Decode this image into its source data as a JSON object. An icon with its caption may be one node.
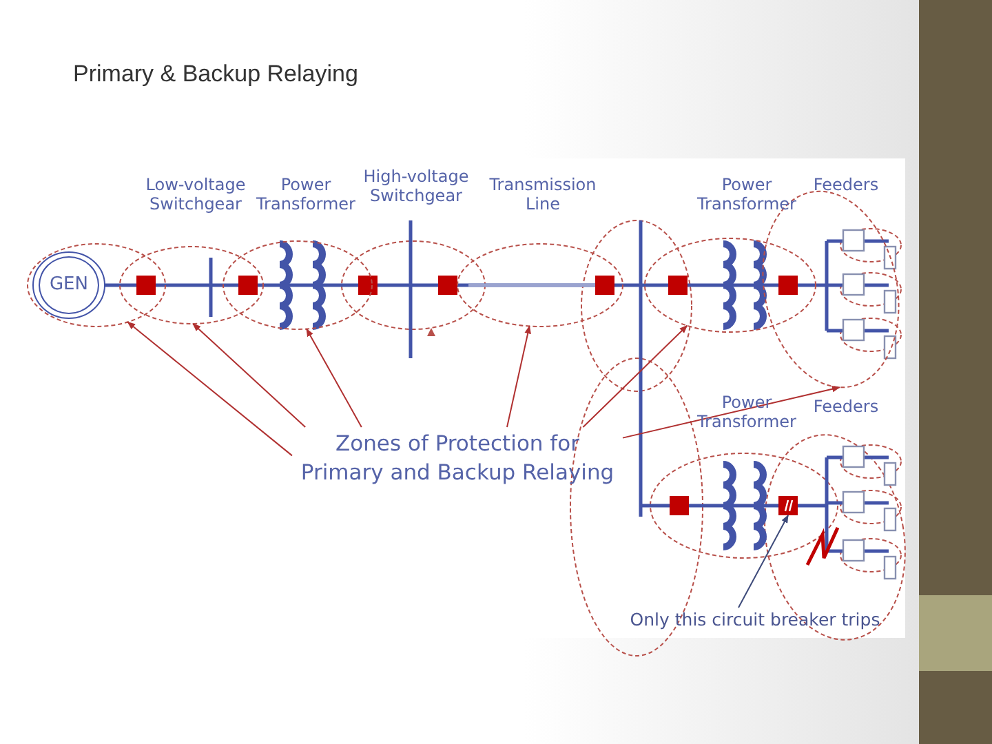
{
  "diagram": {
    "title": "Primary & Backup Relaying",
    "nodes": [
      {
        "text": [
          "GEN"
        ],
        "in": 3
      },
      {
        "text": [
          "Zones of Protection for Primary and Backup Relaying"
        ]
      },
      {
        "text": [
          "Only this circuit breaker trips"
        ]
      },
      {
        "text": [],
        "shape": "ellipse"
      },
      {
        "text": [],
        "shape": "ellipse"
      },
      {
        "text": [],
        "shape": "ellipse"
      },
      {
        "text": [],
        "shape": "ellipse"
      },
      {
        "text": [],
        "shape": "ellipse"
      },
      {
        "text": [],
        "shape": "ellipse"
      },
      {
        "text": [],
        "shape": "box"
      }
    ],
    "edges": [
      {
        "from": 1,
        "to": 3,
        "arrow": "to"
      },
      {
        "from": 1,
        "to": 4,
        "arrow": "to"
      },
      {
        "from": 1,
        "to": 5,
        "arrow": "to"
      },
      {
        "from": 1,
        "to": 6,
        "arrow": "to"
      },
      {
        "from": 1,
        "to": 7,
        "arrow": "to"
      },
      {
        "from": 1,
        "to": 8,
        "arrow": "to"
      },
      {
        "from": 2,
        "to": 9,
        "arrow": "to",
        "color": "#3d4a7a"
      }
    ],
    "labels": [
      "Low-voltage Switchgear",
      "Power Transformer",
      "High-voltage Switchgear",
      "Transmission Line",
      "Power Transformer",
      "Feeders",
      "Power Transformer",
      "Feeders"
    ]
  }
}
